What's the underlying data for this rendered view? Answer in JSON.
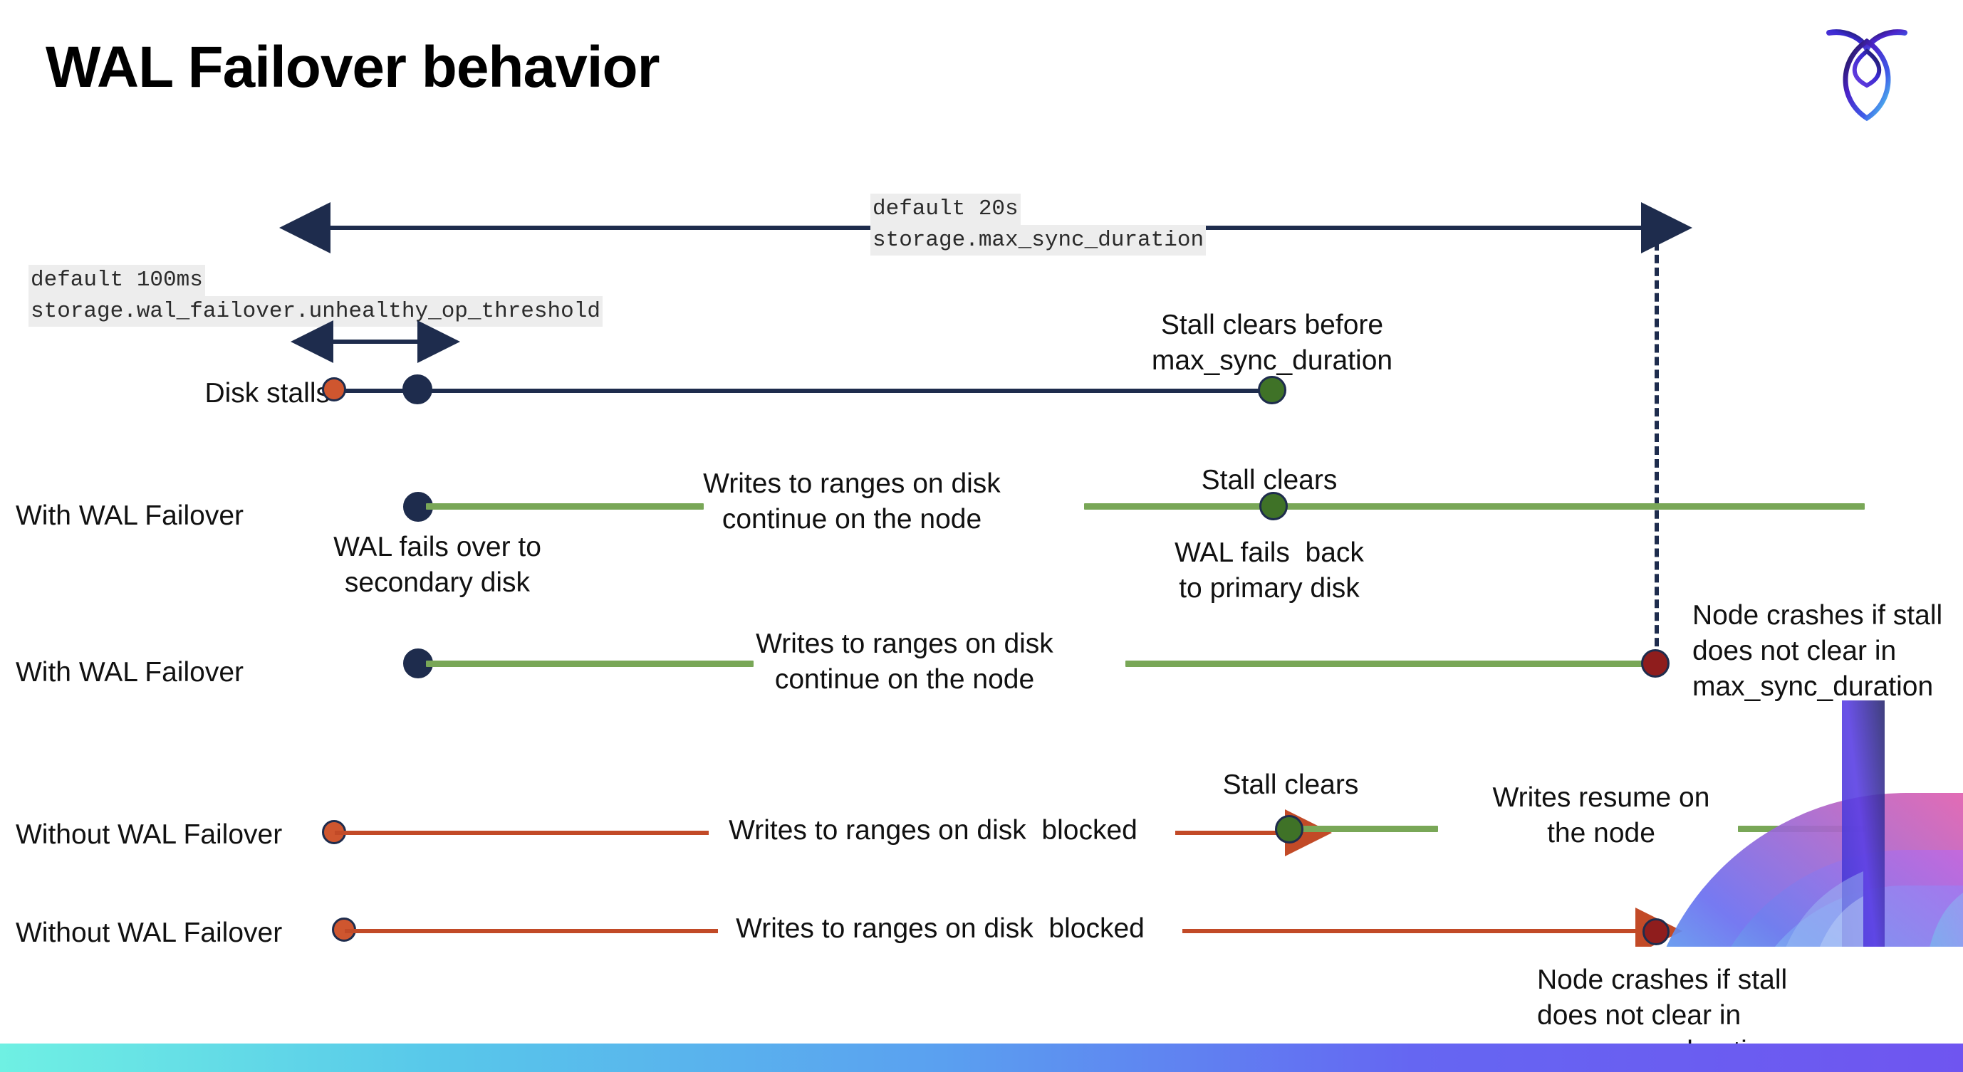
{
  "slide": {
    "title": "WAL Failover behavior",
    "logo_name": "cockroachdb-logo"
  },
  "annotations": {
    "max_sync": {
      "line1": "default 20s",
      "line2": "storage.max_sync_duration"
    },
    "unhealthy_op": {
      "line1": "default 100ms",
      "line2": "storage.wal_failover.unhealthy_op_threshold"
    }
  },
  "rows": [
    {
      "name": "disk-stalls",
      "label": "Disk stalls",
      "note_right": "Stall clears before\nmax_sync_duration"
    },
    {
      "name": "with-wal-failover-1",
      "label": "With WAL Failover",
      "note_start": "WAL fails over to\nsecondary disk",
      "note_mid": "Writes to ranges on disk\ncontinue on the node",
      "note_clear": "Stall clears",
      "note_failback": "WAL fails  back\nto primary disk"
    },
    {
      "name": "with-wal-failover-2",
      "label": "With WAL Failover",
      "note_mid": "Writes to ranges on disk\ncontinue on the node",
      "note_crash": "Node crashes if stall\ndoes not clear in\nmax_sync_duration"
    },
    {
      "name": "without-wal-failover-1",
      "label": "Without WAL Failover",
      "note_mid": "Writes to ranges on disk  blocked",
      "note_clear": "Stall clears",
      "note_resume": "Writes resume on\nthe node"
    },
    {
      "name": "without-wal-failover-2",
      "label": "Without WAL Failover",
      "note_mid": "Writes to ranges on disk  blocked",
      "note_crash": "Node crashes if stall\ndoes not clear in\nmax_sync_duration"
    }
  ],
  "colors": {
    "navy": "#1e2c4d",
    "green_line": "#79a757",
    "green_dot": "#3f7227",
    "red_line": "#c24a27",
    "orange_dot": "#cf562f",
    "dark_red_dot": "#8f1d1d",
    "code_bg": "#ededed"
  }
}
